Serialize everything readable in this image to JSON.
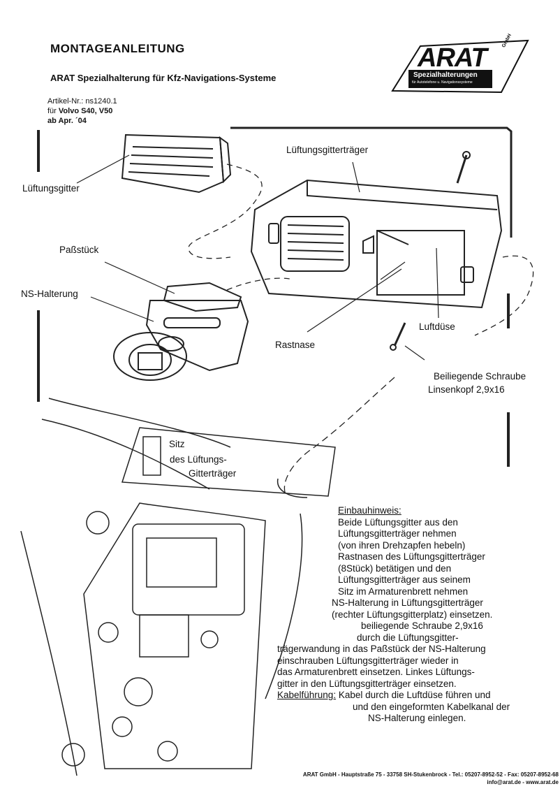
{
  "header": {
    "title": "MONTAGEANLEITUNG",
    "subtitle": "ARAT Spezialhalterung für Kfz-Navigations-Systeme",
    "article_label": "Artikel-Nr.:",
    "article_number": "ns1240.1",
    "fits_prefix": "für",
    "fits_model": "Volvo S40, V50",
    "from_date": "ab Apr. ´04"
  },
  "logo": {
    "brand": "ARAT",
    "suffix": "GmbH",
    "tagline": "Spezialhalterungen",
    "tagline_small": "für Autotelefone u. Navigationssysteme"
  },
  "labels": {
    "vent_grille": "Lüftungsgitter",
    "vent_carrier": "Lüftungsgitterträger",
    "adapter": "Paßstück",
    "ns_holder": "NS-Halterung",
    "latch": "Rastnase",
    "air_nozzle": "Luftdüse",
    "screw_line1": "Beiliegende Schraube",
    "screw_line2": "Linsenkopf 2,9x16",
    "seat_line1": "Sitz",
    "seat_line2": "des Lüftungs-",
    "seat_line3": "Gitterträger"
  },
  "instructions": {
    "heading": "Einbauhinweis:",
    "lines": [
      "Beide Lüftungsgitter aus den",
      "Lüftungsgitterträger nehmen",
      "(von ihren Drehzapfen hebeln)",
      "Rastnasen des Lüftungsgitterträger",
      "(8Stück) betätigen und den",
      "Lüftungsgitterträger aus seinem",
      "Sitz im Armaturenbrett nehmen",
      "NS-Halterung in Lüftungsgitterträger",
      "(rechter Lüftungsgitterplatz) einsetzen.",
      "beiliegende Schraube 2,9x16",
      "durch die Lüftungsgitter-",
      "trägerwandung in das Paßstück der NS-Halterung",
      "einschrauben Lüftungsgitterträger wieder in",
      "das Armaturenbrett einsetzen. Linkes Lüftungs-",
      "gitter in den Lüftungsgitterträger einsetzen."
    ],
    "cable_heading": "Kabelführung:",
    "cable_lines": [
      "Kabel durch die Luftdüse führen und",
      "und den eingeformten Kabelkanal der",
      "NS-Halterung einlegen."
    ]
  },
  "footer": {
    "line1": "ARAT GmbH - Hauptstraße 75 - 33758 SH-Stukenbrock - Tel.: 05207-8952-52 - Fax: 05207-8952-68",
    "line2": "info@arat.de - www.arat.de"
  }
}
